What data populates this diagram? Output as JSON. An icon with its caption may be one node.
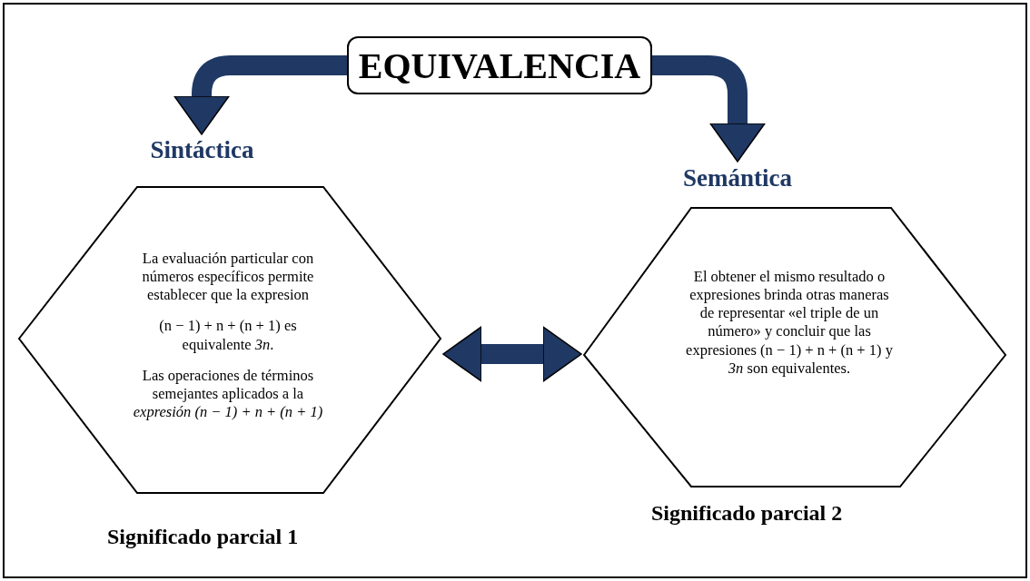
{
  "diagram": {
    "nodes": [
      {
        "text": [
          "EQUIVALENCIA"
        ]
      },
      {
        "text": [
          "Sintáctica",
          "La evaluación particular con números específicos permite establecer que la expresion",
          "(n − 1) + n + (n + 1) es equivalente *3n*.",
          "Las operaciones de términos semejantes aplicados a la *expresión (n − 1) + n + (n + 1)*"
        ],
        "beside": [
          "Significado parcial 1"
        ]
      },
      {
        "text": [
          "Semántica",
          "El obtener el mismo resultado o expresiones brinda otras maneras de representar «el triple de un número» y concluir que las expresiones (n − 1) + n + (n + 1) y *3n* son equivalentes."
        ],
        "beside": [
          "Significado parcial 2"
        ]
      }
    ],
    "edges": [
      {
        "from": 0,
        "to": 1,
        "arrow": "to"
      },
      {
        "from": 0,
        "to": 2,
        "arrow": "to"
      },
      {
        "from": 1,
        "to": 2,
        "arrow": "both"
      }
    ]
  }
}
